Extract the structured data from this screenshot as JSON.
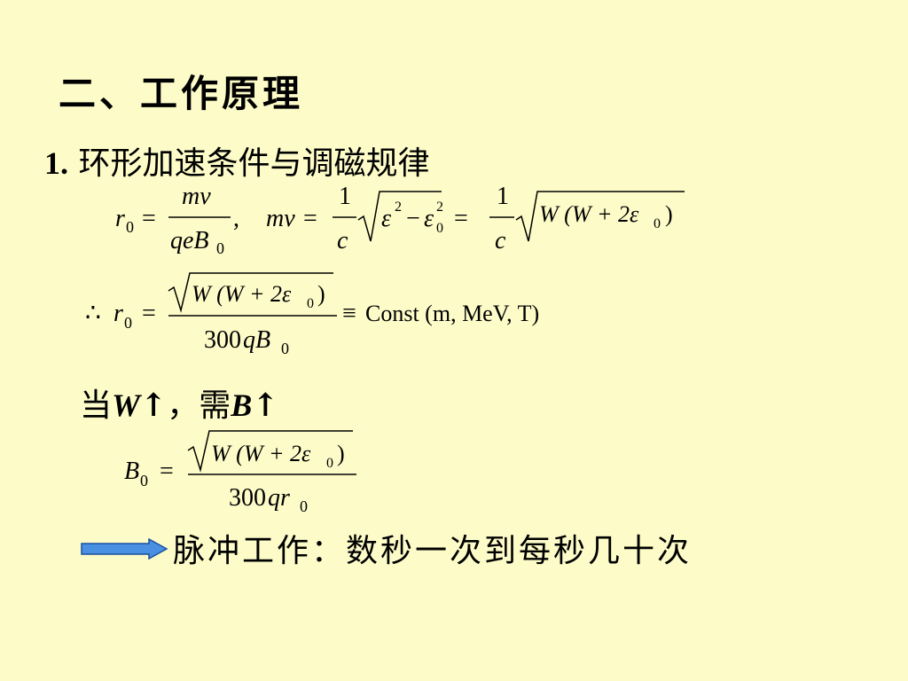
{
  "section_title": "二、工作原理",
  "subsection": {
    "number": "1.",
    "title": "环形加速条件与调磁规律"
  },
  "formula1": {
    "left": "r",
    "left_sub": "0",
    "frac_num": "mv",
    "frac_den": "qeB",
    "frac_den_sub": "0",
    "separator": ",",
    "mv": "mv",
    "one": "1",
    "c": "c",
    "eps": "ε",
    "sq": "2",
    "minus": "−",
    "eps0": "ε",
    "sub0": "0",
    "eq": "=",
    "W_expr": "W (W + 2ε",
    "W_close": ")"
  },
  "formula2": {
    "therefore": "∴",
    "left": "r",
    "left_sub": "0",
    "eq": "=",
    "num_expr": "W (W + 2ε",
    "num_sub": "0",
    "num_close": ")",
    "den": "300",
    "den_var": "qB",
    "den_sub": "0",
    "equiv": "≡",
    "const_text": "Const (m, MeV, T)"
  },
  "condition": {
    "prefix": "当",
    "w": "W",
    "arrow1": "↑",
    "comma": "，",
    "mid": "需",
    "b": "B",
    "arrow2": "↑"
  },
  "formula3": {
    "left": "B",
    "left_sub": "0",
    "eq": "=",
    "num_expr": "W (W + 2ε",
    "num_sub": "0",
    "num_close": ")",
    "den": "300",
    "den_var": "qr",
    "den_sub": "0"
  },
  "pulse_text": "脉冲工作：数秒一次到每秒几十次",
  "colors": {
    "background": "#fdfcc9",
    "arrow_fill": "#4a90e2",
    "arrow_stroke": "#1a4fa0"
  }
}
